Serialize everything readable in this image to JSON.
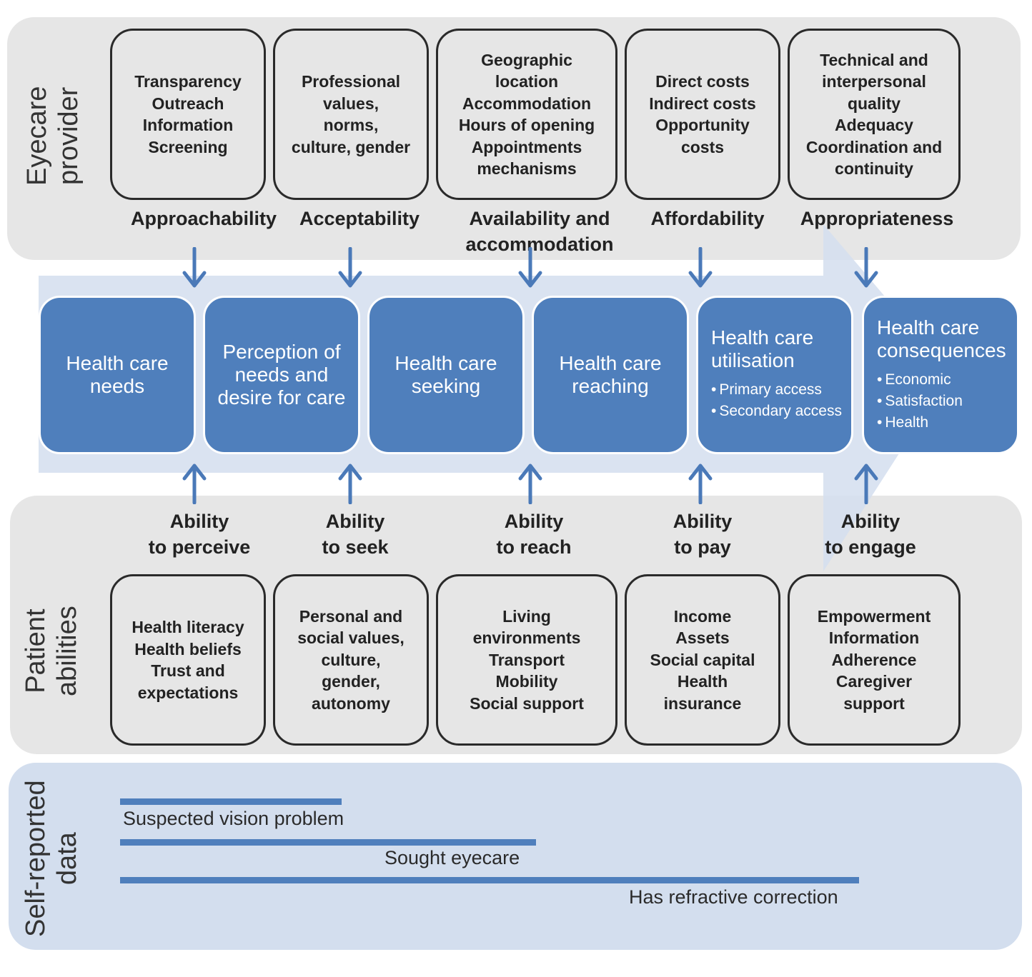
{
  "provider": {
    "label_lines": [
      "Eyecare",
      "provider"
    ],
    "boxes": [
      {
        "lines": [
          "Transparency",
          "Outreach",
          "Information",
          "Screening"
        ]
      },
      {
        "lines": [
          "Professional",
          "values,",
          "norms,",
          "culture, gender"
        ]
      },
      {
        "lines": [
          "Geographic",
          "location",
          "Accommodation",
          "Hours of opening",
          "Appointments",
          "mechanisms"
        ]
      },
      {
        "lines": [
          "Direct costs",
          "Indirect costs",
          "Opportunity",
          "costs"
        ]
      },
      {
        "lines": [
          "Technical and",
          "interpersonal",
          "quality",
          "Adequacy",
          "Coordination and",
          "continuity"
        ]
      }
    ],
    "dimensions": [
      {
        "lines": [
          "Approachability"
        ]
      },
      {
        "lines": [
          "Acceptability"
        ]
      },
      {
        "lines": [
          "Availability and",
          "accommodation"
        ]
      },
      {
        "lines": [
          "Affordability"
        ]
      },
      {
        "lines": [
          "Appropriateness"
        ]
      }
    ]
  },
  "stages": [
    {
      "title_lines": [
        "Health care",
        "needs"
      ]
    },
    {
      "title_lines": [
        "Perception of",
        "needs and",
        "desire for care"
      ]
    },
    {
      "title_lines": [
        "Health care",
        "seeking"
      ]
    },
    {
      "title_lines": [
        "Health care",
        "reaching"
      ]
    },
    {
      "title_lines": [
        "Health care",
        "utilisation"
      ],
      "items": [
        "Primary access",
        "Secondary access"
      ]
    },
    {
      "title_lines": [
        "Health care",
        "consequences"
      ],
      "items": [
        "Economic",
        "Satisfaction",
        "Health"
      ]
    }
  ],
  "patient": {
    "label_lines": [
      "Patient",
      "abilities"
    ],
    "abilities": [
      {
        "lines": [
          "Ability",
          "to perceive"
        ]
      },
      {
        "lines": [
          "Ability",
          "to seek"
        ]
      },
      {
        "lines": [
          "Ability",
          "to reach"
        ]
      },
      {
        "lines": [
          "Ability",
          "to pay"
        ]
      },
      {
        "lines": [
          "Ability",
          "to engage"
        ]
      }
    ],
    "boxes": [
      {
        "lines": [
          "Health literacy",
          "Health beliefs",
          "Trust and",
          "expectations"
        ]
      },
      {
        "lines": [
          "Personal and",
          "social values,",
          "culture,",
          "gender,",
          "autonomy"
        ]
      },
      {
        "lines": [
          "Living",
          "environments",
          "Transport",
          "Mobility",
          "Social support"
        ]
      },
      {
        "lines": [
          "Income",
          "Assets",
          "Social capital",
          "Health",
          "insurance"
        ]
      },
      {
        "lines": [
          "Empowerment",
          "Information",
          "Adherence",
          "Caregiver",
          "support"
        ]
      }
    ]
  },
  "self_reported": {
    "label_lines": [
      "Self-reported",
      "data"
    ],
    "measures": [
      {
        "label": "Suspected vision problem"
      },
      {
        "label": "Sought eyecare"
      },
      {
        "label": "Has refractive correction"
      }
    ]
  },
  "colors": {
    "stage_fill": "#4f7fbc",
    "flow_arrow": "#d3deee",
    "panel_grey": "#e6e6e6",
    "arrow_blue": "#4a79b8"
  }
}
